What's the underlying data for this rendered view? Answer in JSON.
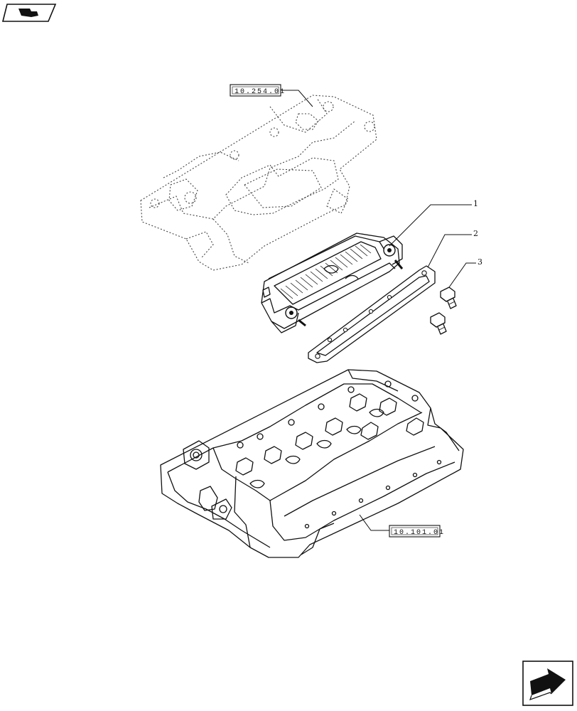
{
  "references": {
    "upper": "10.254.01",
    "lower": "10.101.01"
  },
  "callouts": [
    "1",
    "2",
    "3"
  ],
  "icons": {
    "top_left": "book-icon",
    "bottom_right": "next-page-arrow-icon"
  }
}
